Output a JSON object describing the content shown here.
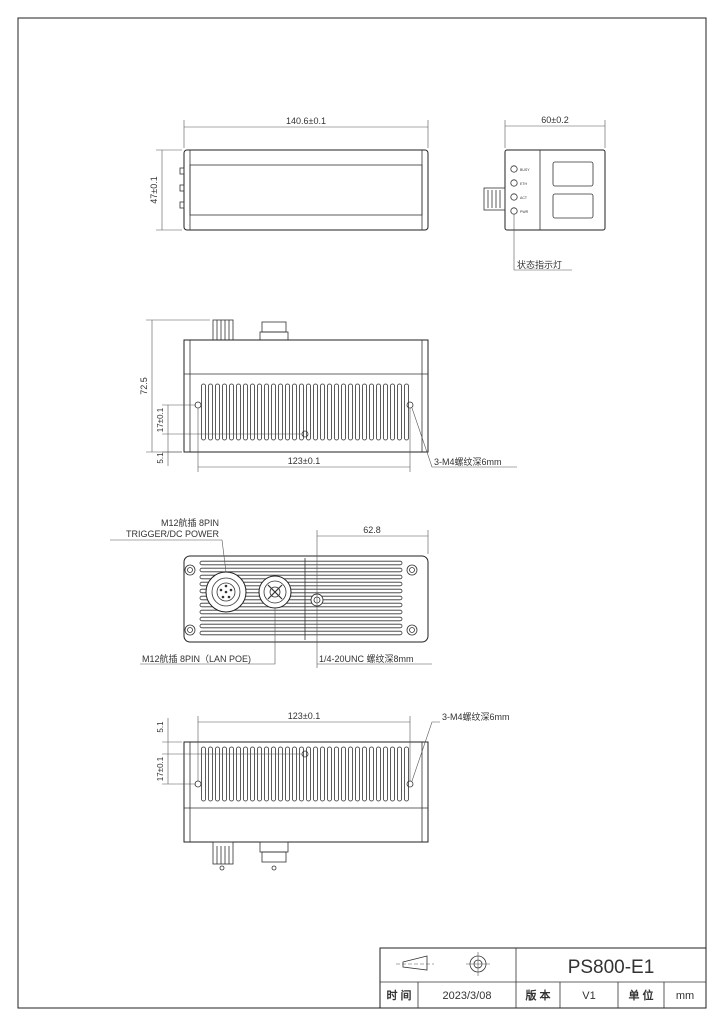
{
  "views": {
    "top": {
      "width_dim": "140.6±0.1",
      "height_dim": "47±0.1"
    },
    "side": {
      "width_dim": "60±0.2",
      "leds": [
        "BUSY",
        "ETH",
        "ACT",
        "PWR"
      ],
      "led_callout": "状态指示灯"
    },
    "front": {
      "height_dim": "72.5",
      "hole_height_dim": "17±0.1",
      "offset_dim": "5.1",
      "hole_span_dim": "123±0.1",
      "hole_callout": "3-M4螺纹深6mm"
    },
    "bottom": {
      "connector1_line1": "M12航插 8PIN",
      "connector1_line2": "TRIGGER/DC POWER",
      "connector2": "M12航插 8PIN（LAN POE)",
      "offset_dim": "62.8",
      "tripod_callout": "1/4-20UNC 螺纹深8mm"
    },
    "rear": {
      "hole_span_dim": "123±0.1",
      "offset_dim": "5.1",
      "hole_height_dim": "17±0.1",
      "hole_callout": "3-M4螺纹深6mm"
    }
  },
  "title_block": {
    "model": "PS800-E1",
    "time_label": "时 间",
    "date": "2023/3/08",
    "version_label": "版 本",
    "version": "V1",
    "unit_label": "单 位",
    "unit": "mm"
  }
}
